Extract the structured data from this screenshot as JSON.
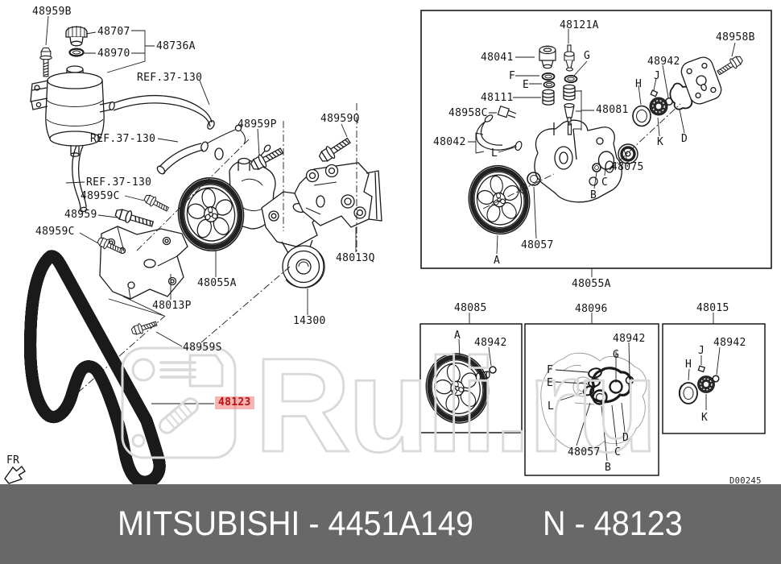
{
  "diagram": {
    "parts": {
      "p48959B": "48959B",
      "p48707": "48707",
      "p48970": "48970",
      "p48736A": "48736A",
      "ref37": "REF.37-130",
      "p48959C": "48959C",
      "p48959": "48959",
      "p48959P": "48959P",
      "p48959Q": "48959Q",
      "p48013P": "48013P",
      "p48013Q": "48013Q",
      "p48055A": "48055A",
      "p14300": "14300",
      "p48959S": "48959S",
      "p48123": "48123",
      "p48121A": "48121A",
      "p48041": "48041",
      "p48111": "48111",
      "p48958C": "48958C",
      "p48042": "48042",
      "p48081": "48081",
      "p48075": "48075",
      "p48057": "48057",
      "p48942": "48942",
      "p48958B": "48958B",
      "p48085": "48085",
      "p48096": "48096",
      "p48015": "48015"
    },
    "letters": {
      "A": "A",
      "B": "B",
      "C": "C",
      "D": "D",
      "E": "E",
      "F": "F",
      "G": "G",
      "H": "H",
      "J": "J",
      "K": "K",
      "L": "L"
    },
    "fr": "FR",
    "sheet_code": "D00245",
    "line_color": "#1a1a1a"
  },
  "highlight": {
    "part": "48123",
    "text_color": "#b51313",
    "bg_color": "#f66e6e"
  },
  "watermark": {
    "text": "Ruli.ru",
    "color": "#d9d9d9"
  },
  "footer": {
    "brand_part": "MITSUBISHI - 4451A149",
    "number": "N - 48123",
    "bg_color": "#686868",
    "text_color": "#ffffff"
  }
}
